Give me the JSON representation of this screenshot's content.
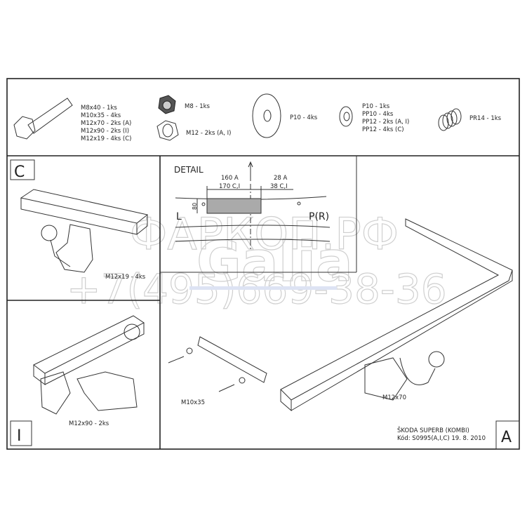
{
  "parts": {
    "bolt_lines": [
      "M8x40 - 1ks",
      "M10x35 - 4ks",
      "M12x70 - 2ks (A)",
      "M12x90 - 2ks (I)",
      "M12x19 - 4ks (C)"
    ],
    "nut_m8": "M8 - 1ks",
    "nut_m12": "M12 - 2ks (A, I)",
    "washer_large": "P10 - 4ks",
    "washer_lines": [
      "P10 - 1ks",
      "PP10 - 4ks",
      "PP12 - 2ks (A, I)",
      "PP12 - 4ks (C)"
    ],
    "spring": "PR14 - 1ks"
  },
  "panel_c": {
    "label": "C",
    "callout": "M12x19 - 4ks"
  },
  "panel_i": {
    "label": "I",
    "callout": "M12x90 - 2ks"
  },
  "panel_a": {
    "label": "A",
    "callout_bolt": "M10x35",
    "callout_ball": "M12x70"
  },
  "detail": {
    "title": "DETAIL",
    "dim_left_1": "160 A",
    "dim_left_2": "170 C,I",
    "dim_right_1": "28 A",
    "dim_right_2": "38 C,I",
    "dim_height": "80",
    "side_left": "L",
    "side_right": "P(R)"
  },
  "title_block": {
    "model": "ŠKODA SUPERB (KOMBI)",
    "code": "Kód: S0995(A,I,C)  19. 8. 2010"
  },
  "watermark": {
    "logo": "Galia",
    "site": "ФАРКОП.РФ",
    "phone": "+7(495)669-38-36"
  }
}
